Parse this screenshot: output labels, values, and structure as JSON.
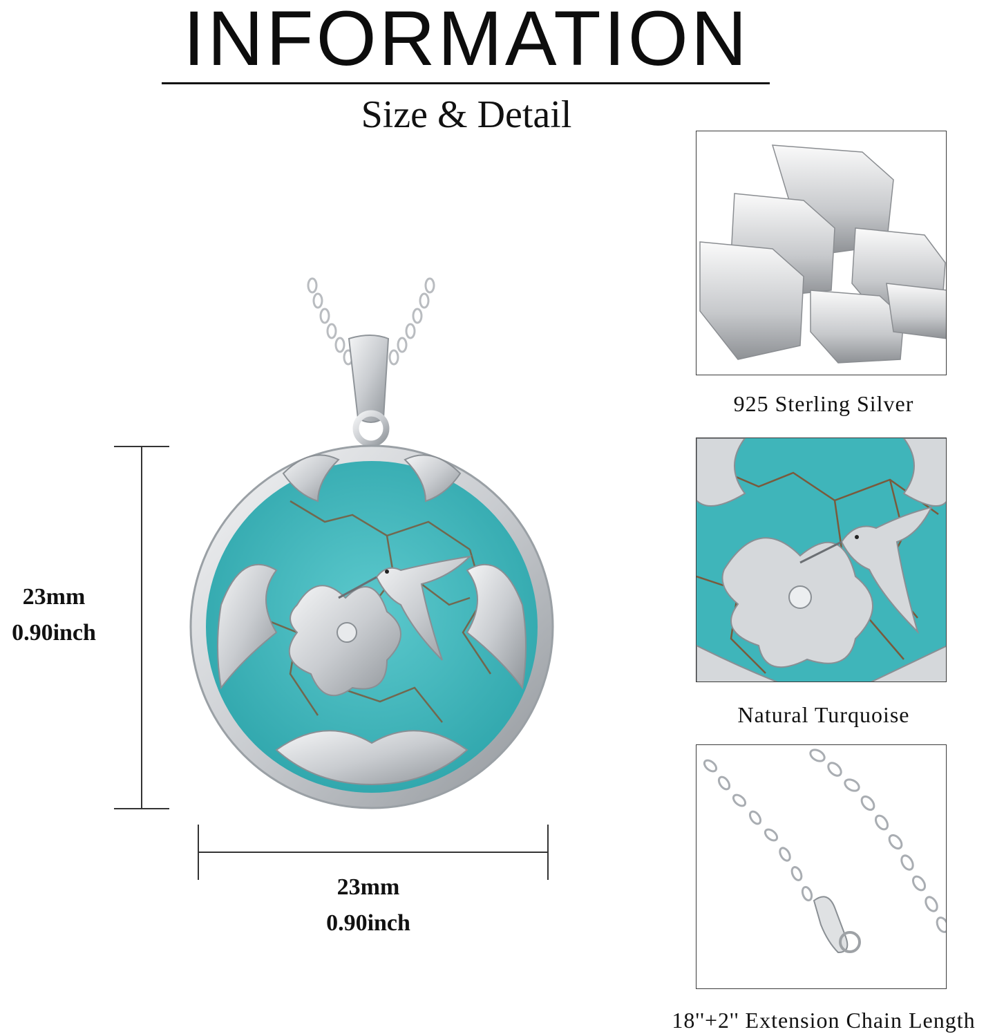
{
  "header": {
    "title": "INFORMATION",
    "subtitle": "Size & Detail"
  },
  "dimensions": {
    "height_mm": "23mm",
    "height_inch": "0.90inch",
    "width_mm": "23mm",
    "width_inch": "0.90inch"
  },
  "details": [
    {
      "caption": "925 Sterling Silver",
      "icon": "silver-bars-image"
    },
    {
      "caption": "Natural Turquoise",
      "icon": "turquoise-closeup-image"
    },
    {
      "caption": "18''+2'' Extension Chain Length",
      "icon": "chain-closeup-image"
    }
  ],
  "colors": {
    "turquoise": "#3fb5ba",
    "silver": "#d9dcdf",
    "matrix": "#7a5a3c",
    "line": "#333333"
  }
}
